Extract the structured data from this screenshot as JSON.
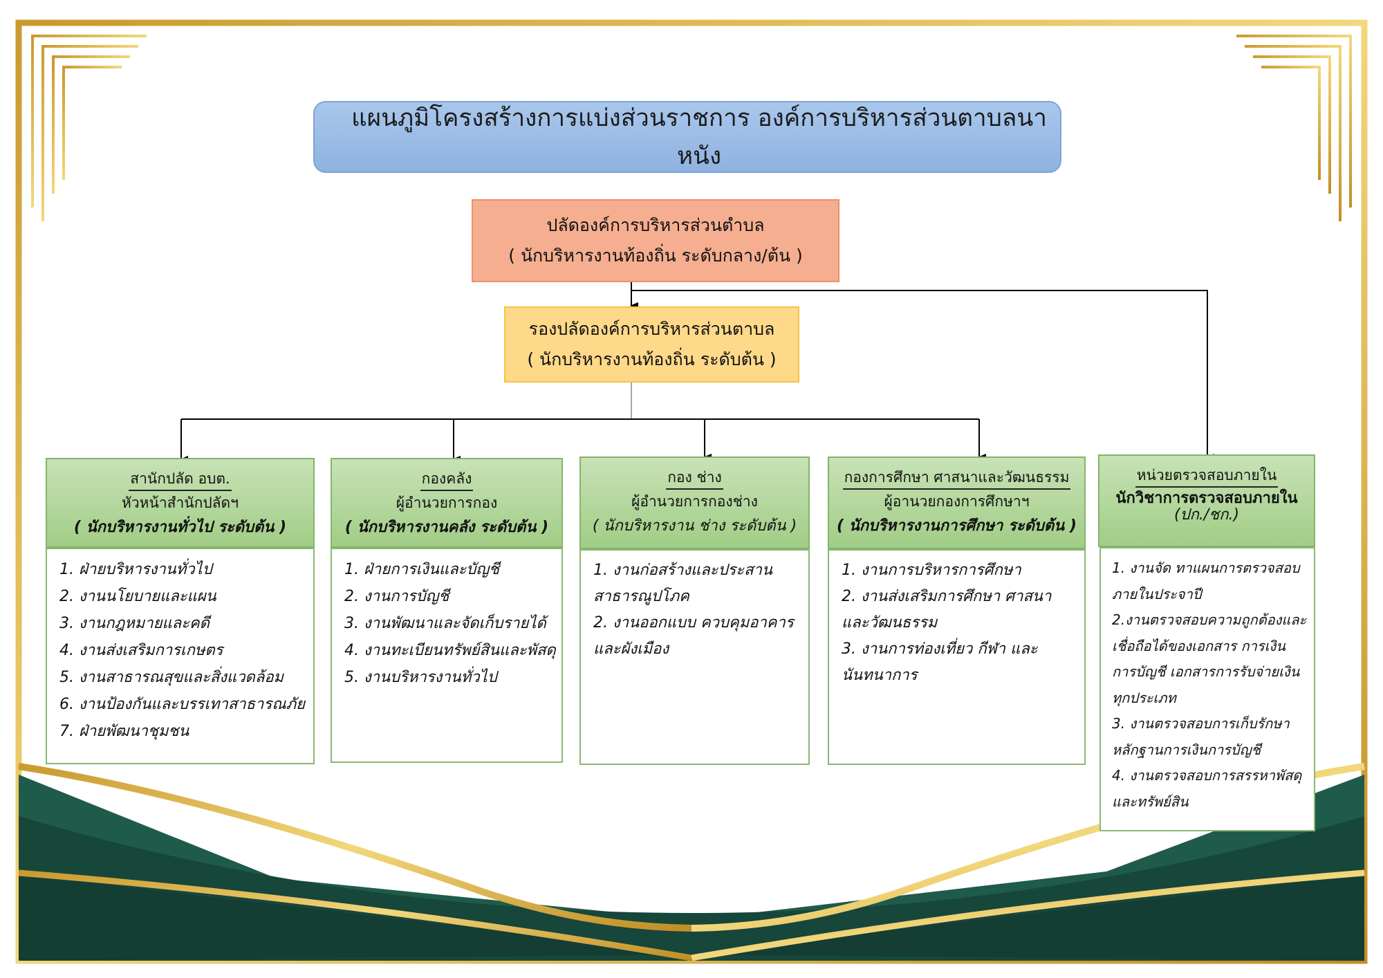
{
  "title": "แผนภูมิโครงสร้างการแบ่งส่วนราชการ องค์การบริหารส่วนตาบลนาหนัง",
  "chief": {
    "line1": "ปลัดองค์การบริหารส่วนตำบล",
    "line2": "( นักบริหารงานท้องถิ่น ระดับกลาง/ต้น )"
  },
  "deputy": {
    "line1": "รองปลัดองค์การบริหารส่วนตาบล",
    "line2": "( นักบริหารงานท้องถิ่น ระดับต้น )"
  },
  "divisions": [
    {
      "name": "สานักปลัด อบต.",
      "head": "หัวหน้าสำนักปลัดฯ",
      "level": "( นักบริหารงานทั่วไป ระดับต้น )",
      "items": [
        "1. ฝ่ายบริหารงานทั่วไป",
        "2. งานนโยบายและแผน",
        "3. งานกฎหมายและคดี",
        "4. งานส่งเสริมการเกษตร",
        "5. งานสาธารณสุขและสิ่งแวดล้อม",
        "6. งานป้องกันและบรรเทาสาธารณภัย",
        "7. ฝ่ายพัฒนาชุมชน"
      ]
    },
    {
      "name": "กองคลัง",
      "head": "ผู้อำนวยการกอง",
      "level": "( นักบริหารงานคลัง ระดับต้น )",
      "items": [
        "1. ฝ่ายการเงินและบัญชี",
        "2. งานการบัญชี",
        "3. งานพัฒนาและจัดเก็บรายได้",
        "4. งานทะเบียนทรัพย์สินและพัสดุ",
        "5. งานบริหารงานทั่วไป"
      ]
    },
    {
      "name": "กอง ช่าง",
      "head": "ผู้อำนวยการกองช่าง",
      "level": "( นักบริหารงาน ช่าง ระดับต้น )",
      "items": [
        "1. งานก่อสร้างและประสาน สาธารณูปโภค",
        "2. งานออกแบบ ควบคุมอาคาร และผังเมือง"
      ]
    },
    {
      "name": "กองการศึกษา ศาสนาและวัฒนธรรม",
      "head": "ผู้อานวยกองการศึกษาฯ",
      "level": "( นักบริหารงานการศึกษา ระดับต้น )",
      "items": [
        "1. งานการบริหารการศึกษา",
        "2. งานส่งเสริมการศึกษา ศาสนา และวัฒนธรรม",
        "3. งานการท่องเที่ยว กีฬา และนันทนาการ"
      ]
    },
    {
      "name": "หน่วยตรวจสอบภายใน",
      "head": "นักวิชาการตรวจสอบภายใน",
      "level": "(ปก./ชก.)",
      "items": [
        "1. งานจัด ทาแผนการตรวจสอบภายในประจาปี",
        "2.งานตรวจสอบความถูกต้องและเชื่อถือได้ของเอกสาร การเงิน การบัญชี เอกสารการรับจ่ายเงินทุกประเภท",
        "3. งานตรวจสอบการเก็บรักษาหลักฐานการเงินการบัญชี",
        "4. งานตรวจสอบการสรรหาพัสดุและทรัพย์สิน"
      ]
    }
  ],
  "colors": {
    "gold": "#d4aa3c",
    "green_dark": "#17463b",
    "green_mid": "#1f5b4b",
    "title_bg": "#9dbde6",
    "chief_bg": "#f5ae90",
    "deputy_bg": "#ffd98a",
    "division_bg": "#b1d69b"
  }
}
